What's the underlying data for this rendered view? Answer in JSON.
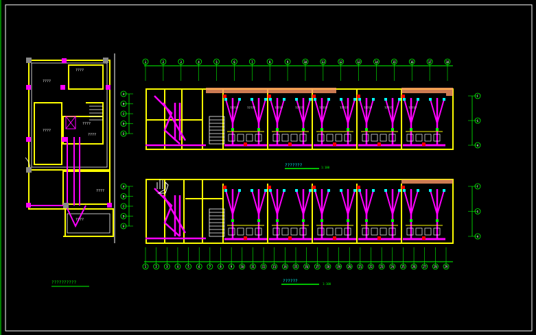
{
  "drawing": {
    "background": "#000000",
    "colors": {
      "frame": "#00ff00",
      "wall": "#ffff00",
      "pipe": "#ff00ff",
      "grid": "#00ff00",
      "dim": "#00ff00",
      "node": "#00ffff",
      "fixture": "#ffffff",
      "sink": "#ff0000",
      "accent": "#ff9966"
    },
    "site_plan": {
      "room_tags": [
        "????",
        "????",
        "????",
        "????",
        "????",
        "????",
        "????"
      ],
      "caption": "??????????"
    },
    "upper_plan": {
      "top_axis": [
        "1",
        "2",
        "3",
        "4",
        "5",
        "6",
        "7",
        "8",
        "9",
        "10",
        "11",
        "12",
        "13",
        "14",
        "15",
        "16",
        "17",
        "18"
      ],
      "left_axis": [
        "A",
        "B",
        "C",
        "D",
        "E"
      ],
      "right_axis": [
        "F",
        "G",
        "H"
      ],
      "room_tags": [
        "?????",
        "?????",
        "?????",
        "?????",
        "?????",
        "?????",
        "?????",
        "?????",
        "?????"
      ],
      "title": "???????",
      "scale": "1:100"
    },
    "lower_plan": {
      "bottom_axis": [
        "1",
        "2",
        "3",
        "4",
        "5",
        "6",
        "7",
        "8",
        "9",
        "10",
        "11",
        "12",
        "13",
        "14",
        "15",
        "16",
        "17",
        "18",
        "19",
        "20",
        "21",
        "22",
        "23",
        "24",
        "25",
        "26",
        "27",
        "28",
        "29"
      ],
      "left_axis": [
        "A",
        "B",
        "C",
        "D",
        "E"
      ],
      "right_axis": [
        "F",
        "G",
        "H"
      ],
      "title": "??????",
      "scale": "1:100"
    }
  }
}
